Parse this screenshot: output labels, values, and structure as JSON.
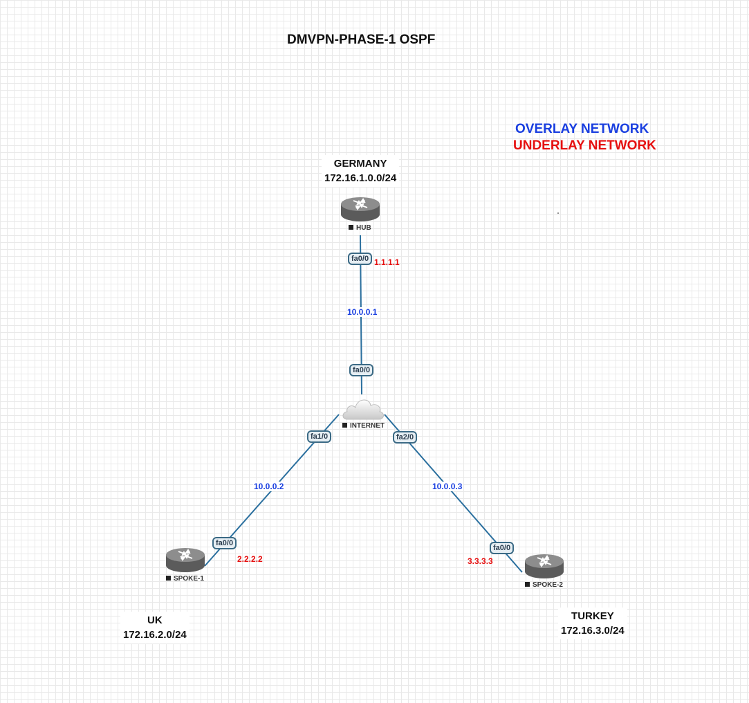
{
  "title": "DMVPN-PHASE-1 OSPF",
  "legend": {
    "overlay": "OVERLAY NETWORK",
    "underlay": "UNDERLAY NETWORK",
    "overlay_color": "#1a3fe0",
    "underlay_color": "#e61010"
  },
  "link_color": "#2a6f9e",
  "sites": {
    "germany": {
      "name": "GERMANY",
      "subnet": "172.16.1.0.0/24"
    },
    "uk": {
      "name": "UK",
      "subnet": "172.16.2.0/24"
    },
    "turkey": {
      "name": "TURKEY",
      "subnet": "172.16.3.0/24"
    }
  },
  "nodes": {
    "hub": {
      "label": "HUB",
      "icon": "router-icon"
    },
    "internet": {
      "label": "INTERNET",
      "icon": "cloud-icon"
    },
    "spoke1": {
      "label": "SPOKE-1",
      "icon": "router-icon"
    },
    "spoke2": {
      "label": "SPOKE-2",
      "icon": "router-icon"
    }
  },
  "ports": {
    "hub_fa00": "fa0/0",
    "inet_fa00": "fa0/0",
    "inet_fa10": "fa1/0",
    "inet_fa20": "fa2/0",
    "spoke1_fa00": "fa0/0",
    "spoke2_fa00": "fa0/0"
  },
  "ips": {
    "hub_underlay": "1.1.1.1",
    "hub_overlay": "10.0.0.1",
    "spoke1_overlay": "10.0.0.2",
    "spoke1_underlay": "2.2.2.2",
    "spoke2_overlay": "10.0.0.3",
    "spoke2_underlay": "3.3.3.3"
  }
}
